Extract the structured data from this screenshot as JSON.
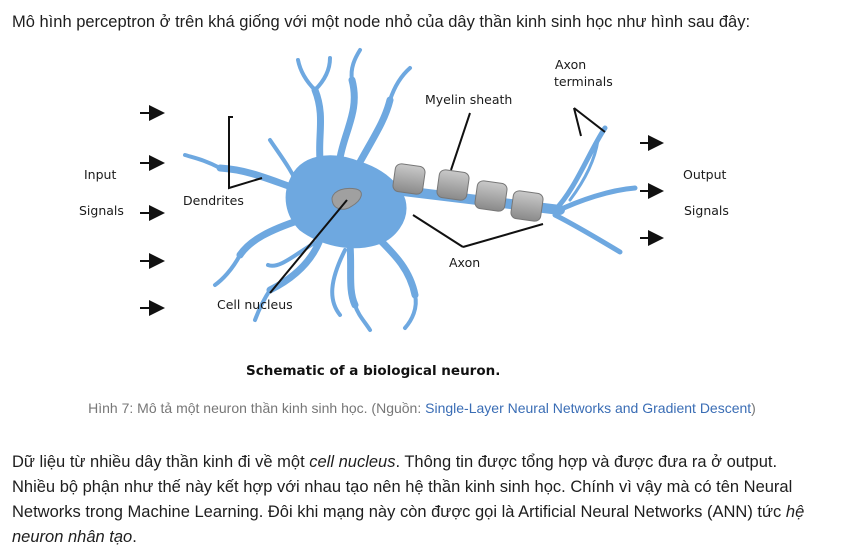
{
  "intro": "Mô hình perceptron ở trên khá giống với một node nhỏ của dây thần kinh sinh học như hình sau đây:",
  "figure": {
    "labels": {
      "input_signals_1": "Input",
      "input_signals_2": "Signals",
      "dendrites": "Dendrites",
      "cell_nucleus": "Cell nucleus",
      "myelin_sheath": "Myelin sheath",
      "axon_terminals_1": "Axon",
      "axon_terminals_2": "terminals",
      "axon": "Axon",
      "output_signals_1": "Output",
      "output_signals_2": "Signals"
    },
    "title": "Schematic of a biological neuron.",
    "neuron_color": "#6ea8e0",
    "myelin_color": "#9a9a9a"
  },
  "caption": {
    "prefix": "Hình 7: Mô tả một neuron thần kinh sinh học. (Nguồn: ",
    "link": "Single-Layer Neural Networks and Gradient Descent",
    "suffix": ")"
  },
  "body": {
    "part1": "Dữ liệu từ nhiều dây thần kinh đi về một ",
    "em1": "cell nucleus",
    "part2": ". Thông tin được tổng hợp và được đưa ra ở output. Nhiều bộ phận như thế này kết hợp với nhau tạo nên hệ thần kinh sinh học. Chính vì vậy mà có tên Neural Networks trong Machine Learning. Đôi khi mạng này còn được gọi là Artificial Neural Networks (ANN) tức ",
    "em2": "hệ neuron nhân tạo",
    "part3": "."
  }
}
